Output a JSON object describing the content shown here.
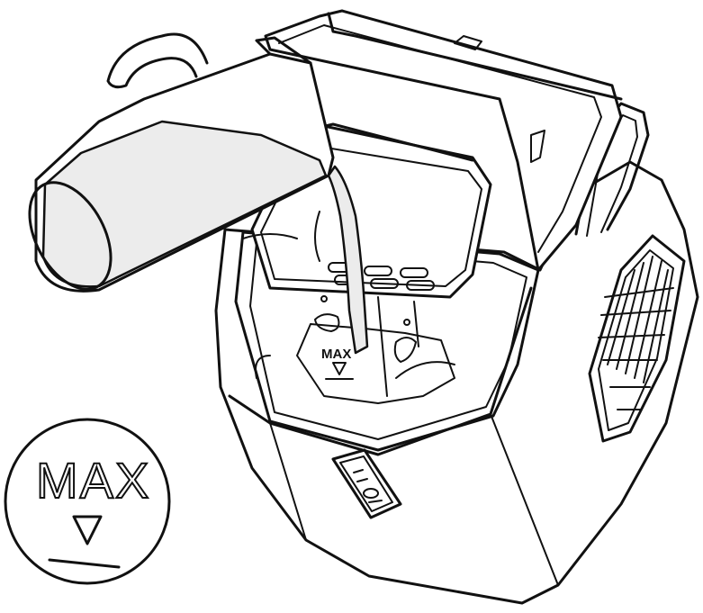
{
  "labels": {
    "detail_max": "MAX",
    "tank_max": "MAX"
  },
  "colors": {
    "line": "#111111",
    "background": "#ffffff",
    "water_shade": "#ececec"
  },
  "icons": {
    "max_marker": "triangle-down-with-line",
    "control_panel": "button-panel-icons"
  }
}
